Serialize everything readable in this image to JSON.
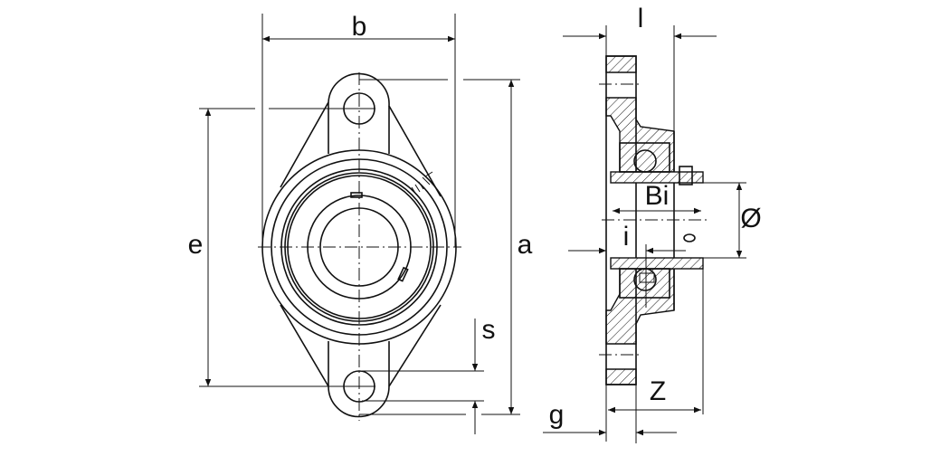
{
  "drawing": {
    "title": "Two-bolt oval flange bearing unit",
    "front_view": {
      "labels": {
        "b": "b",
        "e": "e",
        "a": "a",
        "s": "s"
      }
    },
    "side_view": {
      "labels": {
        "l": "l",
        "Bi": "Bi",
        "i": "i",
        "dia": "Ø",
        "Z": "Z",
        "g": "g"
      }
    },
    "line_color": "#111111",
    "background": "#ffffff"
  }
}
